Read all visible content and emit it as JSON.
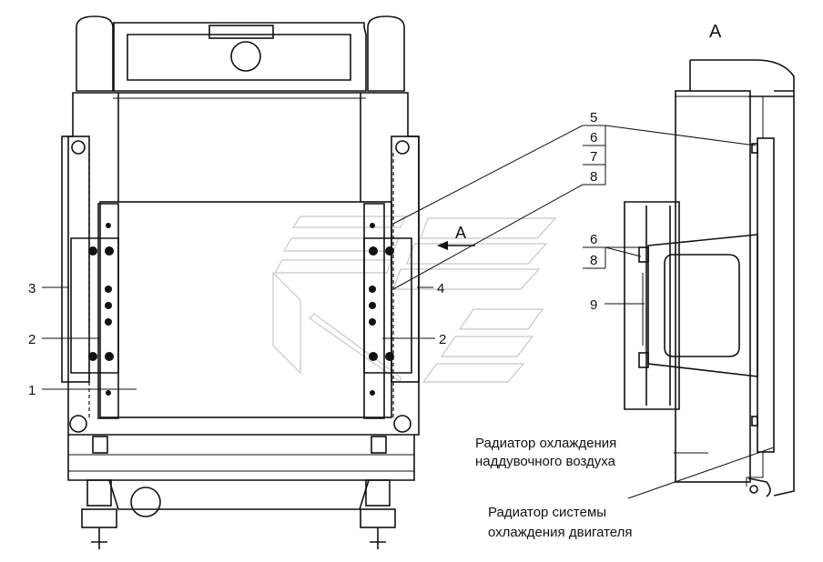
{
  "view_label": "A",
  "direction_label": "A",
  "callouts": {
    "left": [
      "3",
      "2",
      "1"
    ],
    "right": [
      "4",
      "2"
    ],
    "detail_main": [
      "5",
      "6",
      "7",
      "8"
    ],
    "detail_mid": [
      "6",
      "8"
    ],
    "detail_low": "9"
  },
  "captions": {
    "charge_air_line1": "Радиатор охлаждения",
    "charge_air_line2": "наддувочного воздуха",
    "engine_line1": "Радиатор системы",
    "engine_line2": "охлаждения двигателя"
  },
  "colors": {
    "ink": "#111111",
    "watermark": "#c8c8c8"
  }
}
